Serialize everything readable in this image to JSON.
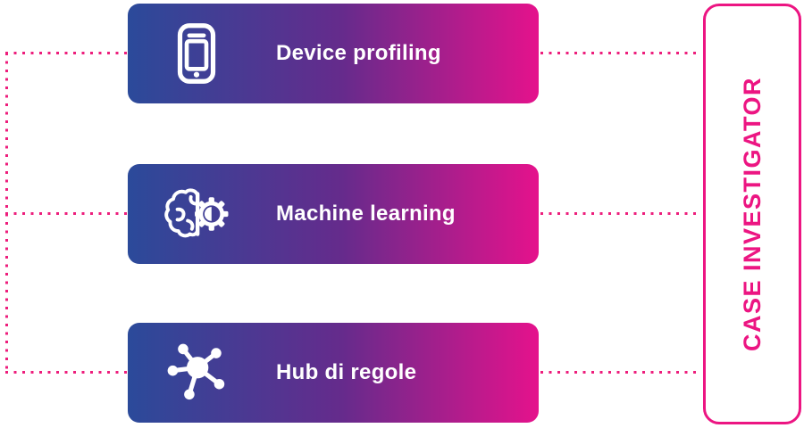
{
  "diagram": {
    "cards": [
      {
        "label": "Device profiling",
        "icon": "smartphone-icon"
      },
      {
        "label": "Machine learning",
        "icon": "brain-gear-icon"
      },
      {
        "label": "Hub di regole",
        "icon": "hub-network-icon"
      }
    ],
    "panel": {
      "label": "CASE INVESTIGATOR"
    },
    "connectors": {
      "left_bracket": "dotted line linking all three cards on the left edge",
      "right_links": "dotted lines from each card to the case investigator panel"
    },
    "colors": {
      "accent_pink": "#ec1582",
      "dot_pink": "#ed1e7c",
      "gradient_start": "#2b4a9a",
      "gradient_mid": "#652b8c",
      "gradient_end": "#e5128c",
      "card_text": "#ffffff",
      "background": "#ffffff"
    }
  }
}
